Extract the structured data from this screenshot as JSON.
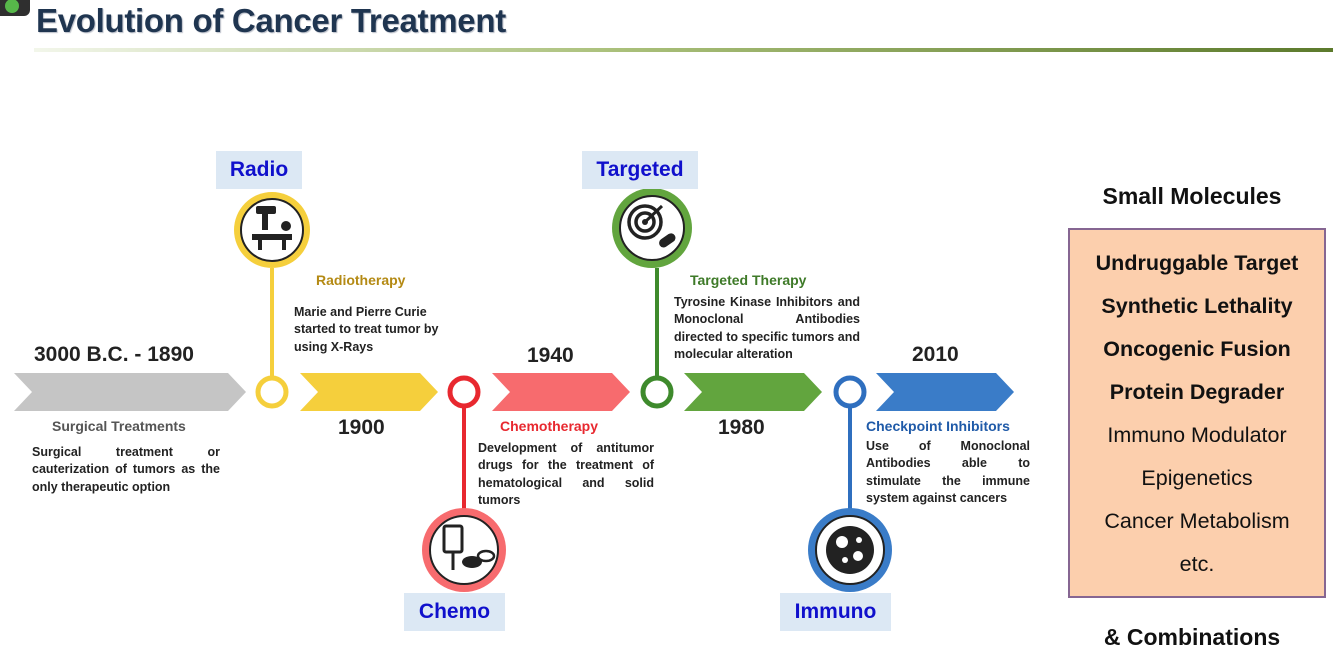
{
  "title": "Evolution of Cancer Treatment",
  "colors": {
    "surgical": "#c5c5c5",
    "radio": "#f5cf3c",
    "chemo": "#f76b6e",
    "targeted": "#62a53e",
    "immuno": "#3a7cc8",
    "accent_text": "#1010cc"
  },
  "timeline": {
    "surgical": {
      "year": "3000 B.C. - 1890",
      "title": "Surgical Treatments",
      "desc": "Surgical treatment or cauterization of tumors as the only therapeutic option"
    },
    "radio": {
      "tag": "Radio",
      "year": "1900",
      "title": "Radiotherapy",
      "desc": "Marie and Pierre Curie started to treat tumor by using X-Rays",
      "icon": "radiotherapy-machine-icon"
    },
    "chemo": {
      "tag": "Chemo",
      "year": "1940",
      "title": "Chemotherapy",
      "desc": "Development of antitumor drugs for the treatment of hematological and solid tumors",
      "icon": "iv-drip-pills-icon"
    },
    "targeted": {
      "tag": "Targeted",
      "year": "1980",
      "title": "Targeted Therapy",
      "desc": "Tyrosine Kinase Inhibitors and Monoclonal Antibodies directed to specific tumors and molecular alteration",
      "icon": "target-capsule-icon"
    },
    "immuno": {
      "tag": "Immuno",
      "year": "2010",
      "title": "Checkpoint Inhibitors",
      "desc": "Use of Monoclonal Antibodies able to stimulate the immune system against cancers",
      "icon": "immune-cells-icon"
    }
  },
  "small_molecules": {
    "title": "Small Molecules",
    "items": [
      {
        "label": "Undruggable Target",
        "bold": true
      },
      {
        "label": "Synthetic Lethality",
        "bold": true
      },
      {
        "label": "Oncogenic Fusion",
        "bold": true
      },
      {
        "label": "Protein Degrader",
        "bold": true
      },
      {
        "label": "Immuno Modulator",
        "bold": false
      },
      {
        "label": "Epigenetics",
        "bold": false
      },
      {
        "label": "Cancer Metabolism",
        "bold": false
      },
      {
        "label": "etc.",
        "bold": false
      }
    ],
    "footer": "& Combinations"
  }
}
